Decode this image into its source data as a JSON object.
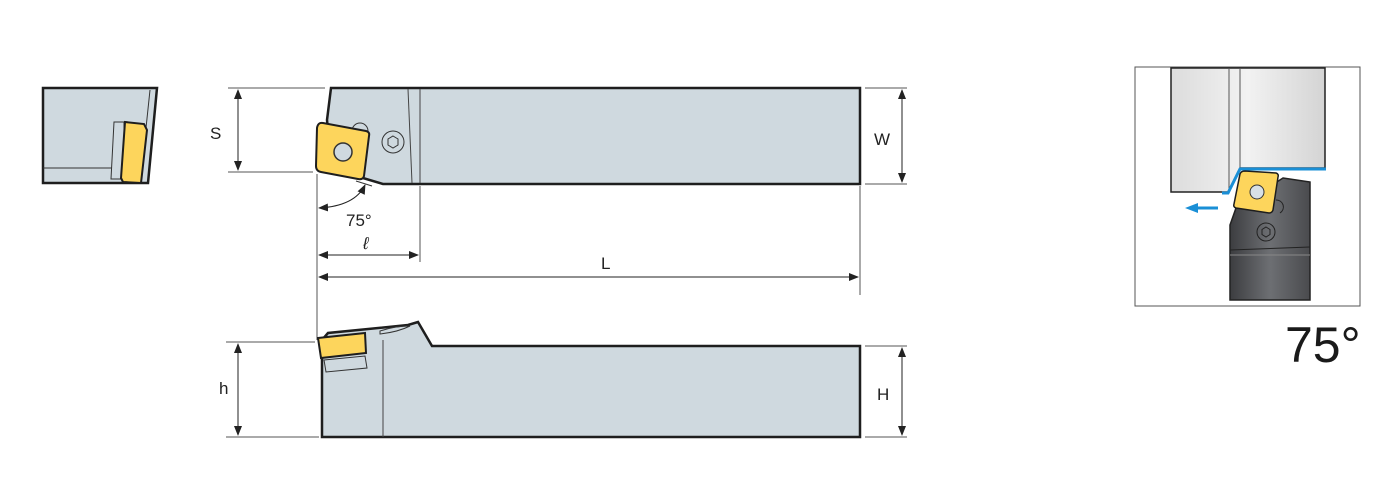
{
  "diagram": {
    "type": "technical-drawing",
    "subject": "turning tool holder, 75° approach angle, square insert",
    "colors": {
      "body": "#cfd9df",
      "insert": "#fdd55c",
      "outline": "#1e1e1e",
      "dim_line": "#333333",
      "feed_arrow": "#1a8fd6",
      "dark_holder": "#5a5c60"
    },
    "dimensions": {
      "S": "S",
      "W": "W",
      "L": "L",
      "l": "ℓ",
      "h": "h",
      "H": "H",
      "angle": "75°"
    },
    "inset": {
      "angle_label": "75°",
      "feed_direction": "left"
    }
  }
}
